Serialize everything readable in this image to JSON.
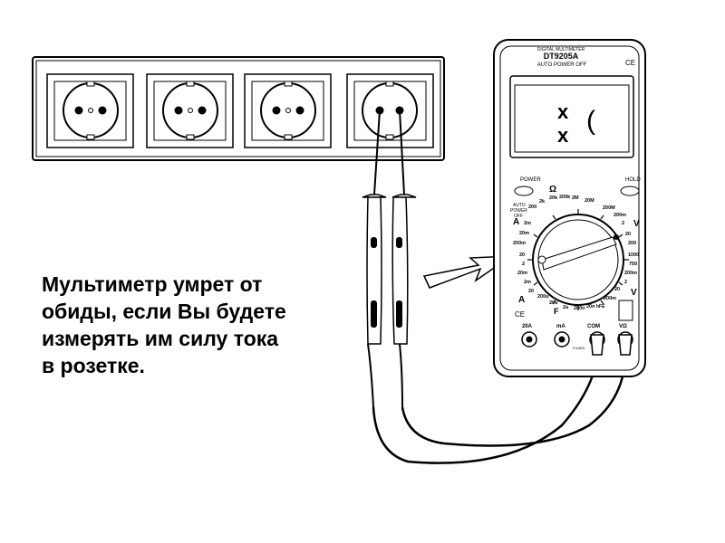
{
  "caption": {
    "line1": "Мультиметр умрет от",
    "line2": "обиды, если Вы будете",
    "line3": "измерять им силу тока",
    "line4": "в розетке."
  },
  "meter": {
    "brand_line": "DIGITAL MULTIMETER",
    "model": "DT9205A",
    "auto_off": "AUTO POWER OFF",
    "ce_mark": "CE",
    "display": {
      "line1": "x (",
      "line2": "x"
    },
    "power_label": "POWER",
    "hold_label": "HOLD",
    "auto_power_off_label": [
      "AUTO",
      "POWER",
      "OFF"
    ],
    "dial": {
      "ohm_symbol": "Ω",
      "a_symbol": "A",
      "v_dc_symbol": "V",
      "v_ac_symbol": "V",
      "f_symbol": "F",
      "hfe_label": "hFE",
      "labels": [
        "200",
        "2k",
        "20k",
        "200k",
        "2M",
        "20M",
        "200M",
        "200m",
        "2",
        "20",
        "200",
        "1000",
        "750",
        "200m",
        "2",
        "20",
        "200m",
        "2m",
        "20m",
        "200m",
        "20",
        "2",
        "20m",
        "2m",
        "20",
        "200m",
        "2m",
        "20u",
        "200u",
        "2u",
        "200n",
        "20n",
        "2m",
        "20m",
        "200m"
      ]
    },
    "jacks": {
      "a20_label": "20A",
      "ma_label": "mA",
      "com_label": "COM",
      "vohm_label": "VΩ",
      "fused_label": "FUSED"
    }
  }
}
